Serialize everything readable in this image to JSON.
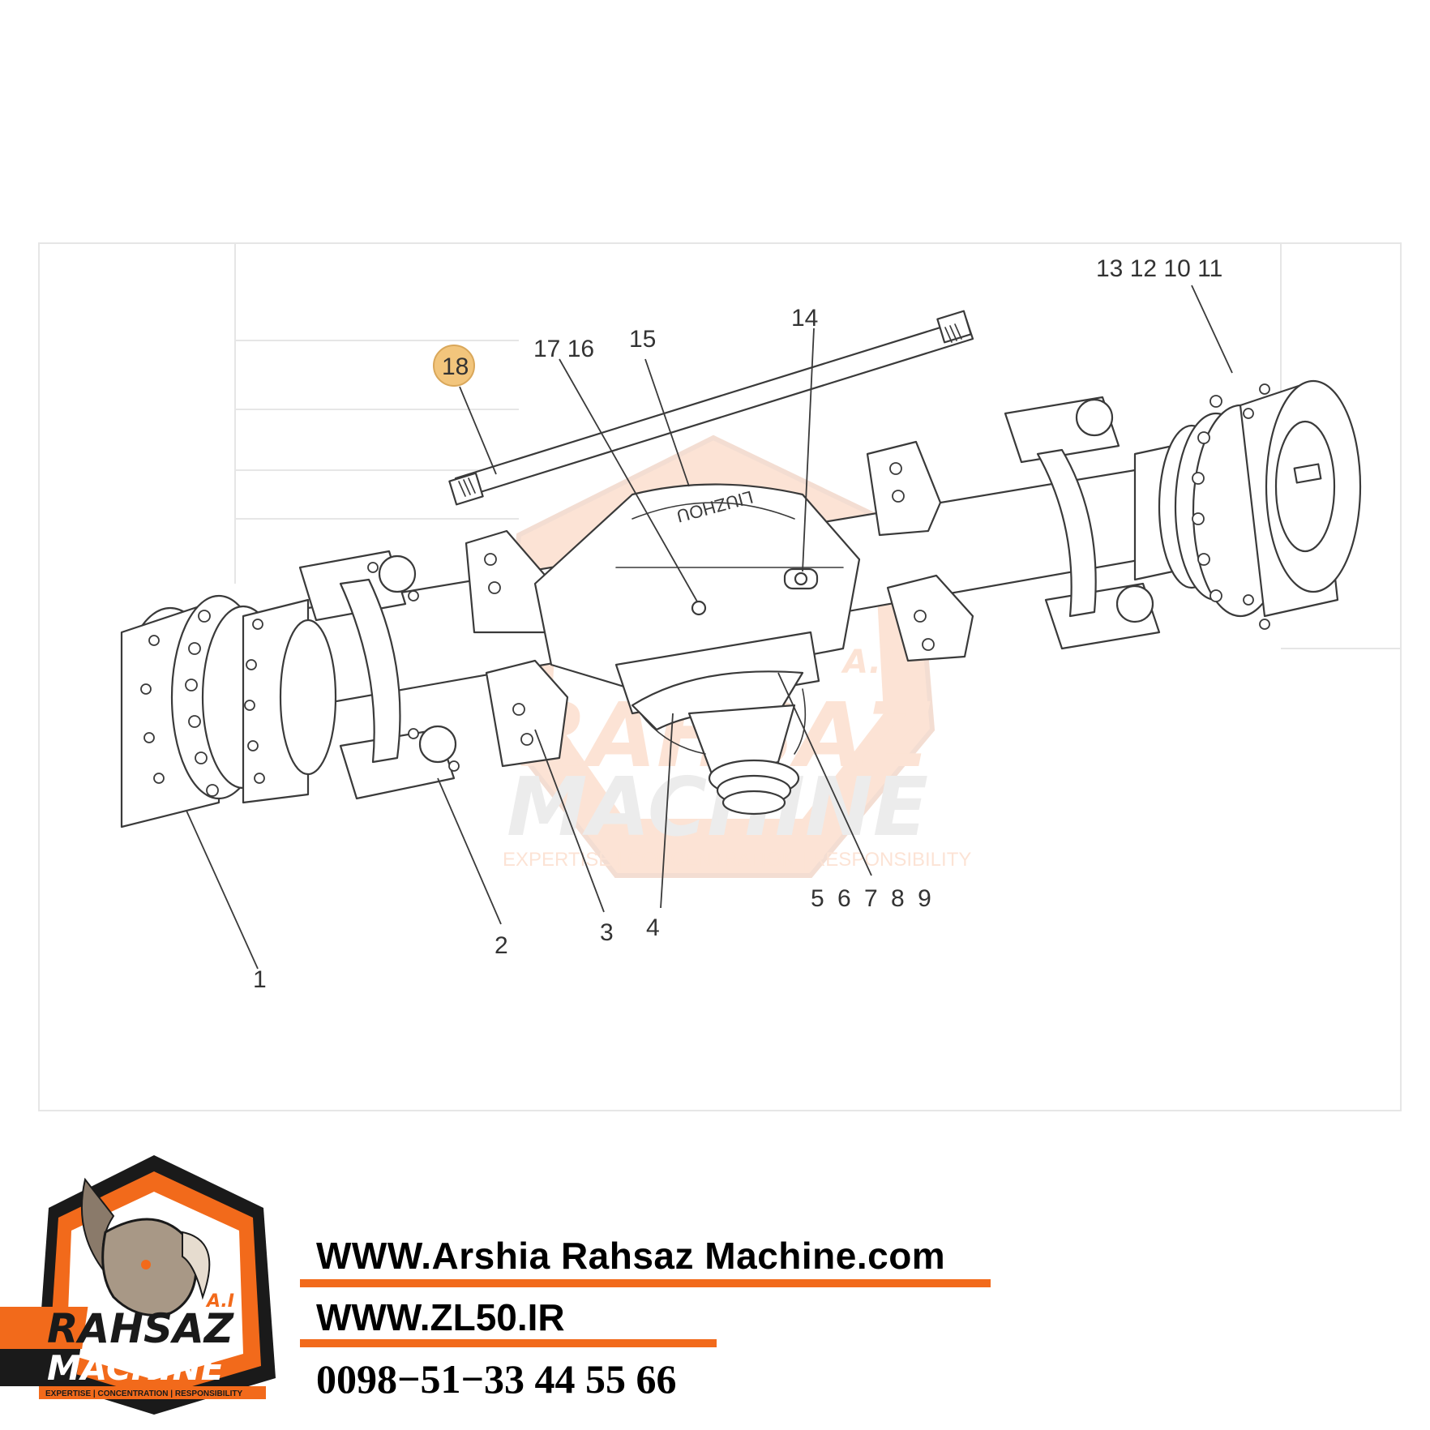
{
  "diagram": {
    "callouts": {
      "c1": "1",
      "c2": "2",
      "c3": "3",
      "c4": "4",
      "c5_9": "5 6 7 8 9",
      "c13_11": "13 12 10 11",
      "c14": "14",
      "c15": "15",
      "c17_16": "17 16",
      "c18": "18"
    },
    "highlight_color": "#f2c57c",
    "housing_stamp": "LIUZHOU"
  },
  "watermark": {
    "brand_top": "RAHSAZ",
    "brand_bottom": "MACHINE",
    "badge": "A.I",
    "tagline": "EXPERTISE | CONCENTRATION | RESPONSIBILITY"
  },
  "footer": {
    "website": "WWW.Arshia Rahsaz Machine.com",
    "website2": "WWW.ZL50.IR",
    "phone": "0098−51−33 44 55 66",
    "accent_color": "#f26a1b"
  },
  "logo": {
    "badge": "A.I",
    "brand_top": "RAHSAZ",
    "brand_bottom": "MACHINE",
    "tagline": "EXPERTISE | CONCENTRATION | RESPONSIBILITY"
  }
}
